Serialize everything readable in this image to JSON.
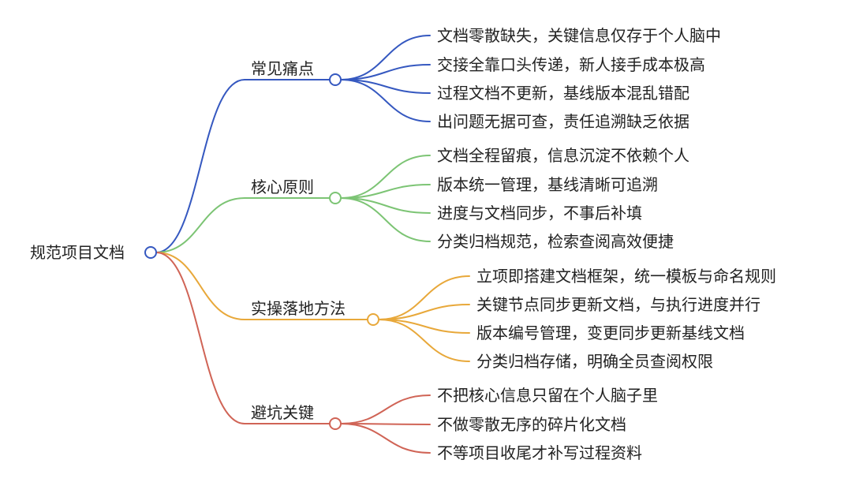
{
  "root": {
    "label": "规范项目文档"
  },
  "branches": [
    {
      "label": "常见痛点",
      "color": "#3558c0",
      "items": [
        "文档零散缺失，关键信息仅存于个人脑中",
        "交接全靠口头传递，新人接手成本极高",
        "过程文档不更新，基线版本混乱错配",
        "出问题无据可查，责任追溯缺乏依据"
      ]
    },
    {
      "label": "核心原则",
      "color": "#7cc474",
      "items": [
        "文档全程留痕，信息沉淀不依赖个人",
        "版本统一管理，基线清晰可追溯",
        "进度与文档同步，不事后补填",
        "分类归档规范，检索查阅高效便捷"
      ]
    },
    {
      "label": "实操落地方法",
      "color": "#e8a83a",
      "items": [
        "立项即搭建文档框架，统一模板与命名规则",
        "关键节点同步更新文档，与执行进度并行",
        "版本编号管理，变更同步更新基线文档",
        "分类归档存储，明确全员查阅权限"
      ]
    },
    {
      "label": "避坑关键",
      "color": "#d06456",
      "items": [
        "不把核心信息只留在个人脑子里",
        "不做零散无序的碎片化文档",
        "不等项目收尾才补写过程资料"
      ]
    }
  ]
}
